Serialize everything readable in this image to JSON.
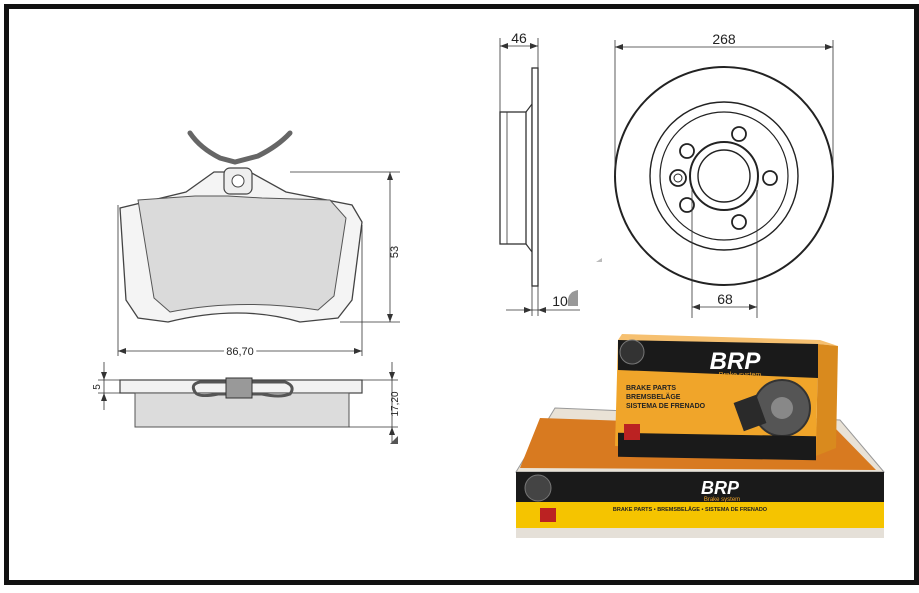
{
  "brake_pad": {
    "width_label": "86,70",
    "height_label": "53",
    "backplate_label": "5",
    "thickness_label": "17,20"
  },
  "brake_disc": {
    "thickness_label": "46",
    "diameter_label": "268",
    "center_bore_label": "68",
    "min_thickness_label": "10"
  },
  "boxes": {
    "brand": "BRP",
    "subtitle": "Brake system",
    "front_lines": [
      "BRAKE PARTS",
      "BREMSBELÄGE",
      "SISTEMA DE FRENADO"
    ],
    "lower_label": "BRAKE PARTS • BREMSBELÄGE • SISTEMA DE FRENADO",
    "colors": {
      "orange": "#f0a52a",
      "black": "#1a1a1a",
      "yellow": "#f5c400"
    }
  }
}
